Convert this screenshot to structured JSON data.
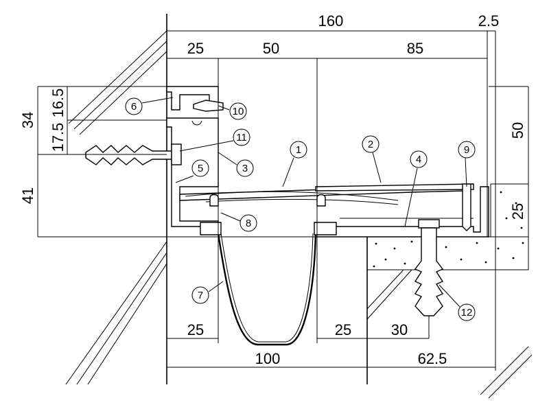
{
  "dimensions": {
    "top_total": "160",
    "top_gap": "2.5",
    "top_left": "25",
    "top_mid": "50",
    "top_right": "85",
    "left_total": "34",
    "left_upper": "16.5",
    "left_lower": "17.5",
    "left_bottom": "41",
    "right_height": "50",
    "right_floor": "25",
    "bottom_left": "25",
    "bottom_mid": "25",
    "bottom_right": "30",
    "bottom_total": "100",
    "bottom_right_total": "62.5"
  },
  "callouts": {
    "c1": "1",
    "c2": "2",
    "c3": "3",
    "c4": "4",
    "c5": "5",
    "c6": "6",
    "c7": "7",
    "c8": "8",
    "c9": "9",
    "c10": "10",
    "c11": "11",
    "c12": "12"
  }
}
